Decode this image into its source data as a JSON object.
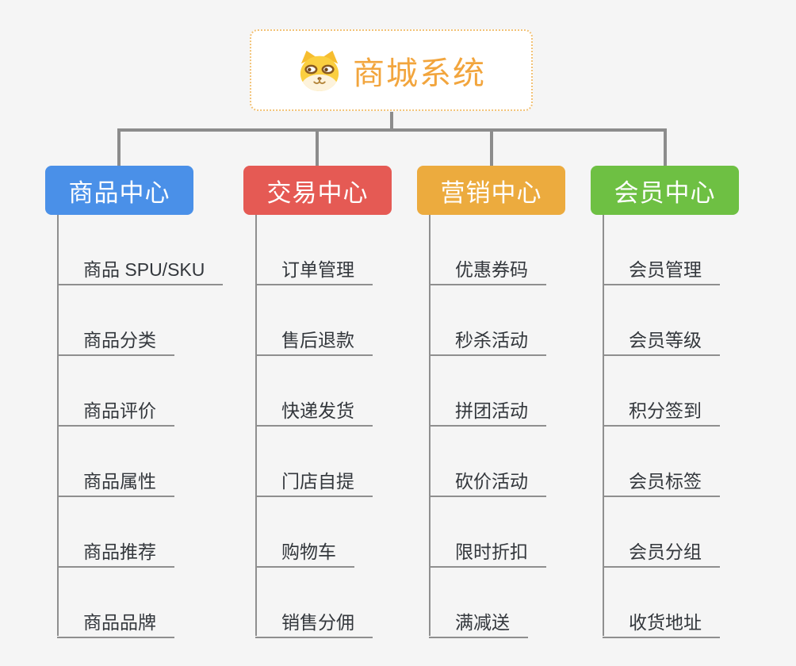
{
  "page": {
    "background_color": "#f5f5f5",
    "connector_color": "#8c8c8c"
  },
  "root": {
    "title": "商城系统",
    "icon": "dog-face-icon",
    "text_color": "#f2a53d",
    "border_color": "#f2c277"
  },
  "branches": [
    {
      "label": "商品中心",
      "color": "#4a90e8",
      "items": [
        "商品 SPU/SKU",
        "商品分类",
        "商品评价",
        "商品属性",
        "商品推荐",
        "商品品牌"
      ]
    },
    {
      "label": "交易中心",
      "color": "#e55a54",
      "items": [
        "订单管理",
        "售后退款",
        "快递发货",
        "门店自提",
        "购物车",
        "销售分佣"
      ]
    },
    {
      "label": "营销中心",
      "color": "#ecab3e",
      "items": [
        "优惠券码",
        "秒杀活动",
        "拼团活动",
        "砍价活动",
        "限时折扣",
        "满减送"
      ]
    },
    {
      "label": "会员中心",
      "color": "#6ec043",
      "items": [
        "会员管理",
        "会员等级",
        "积分签到",
        "会员标签",
        "会员分组",
        "收货地址"
      ]
    }
  ]
}
